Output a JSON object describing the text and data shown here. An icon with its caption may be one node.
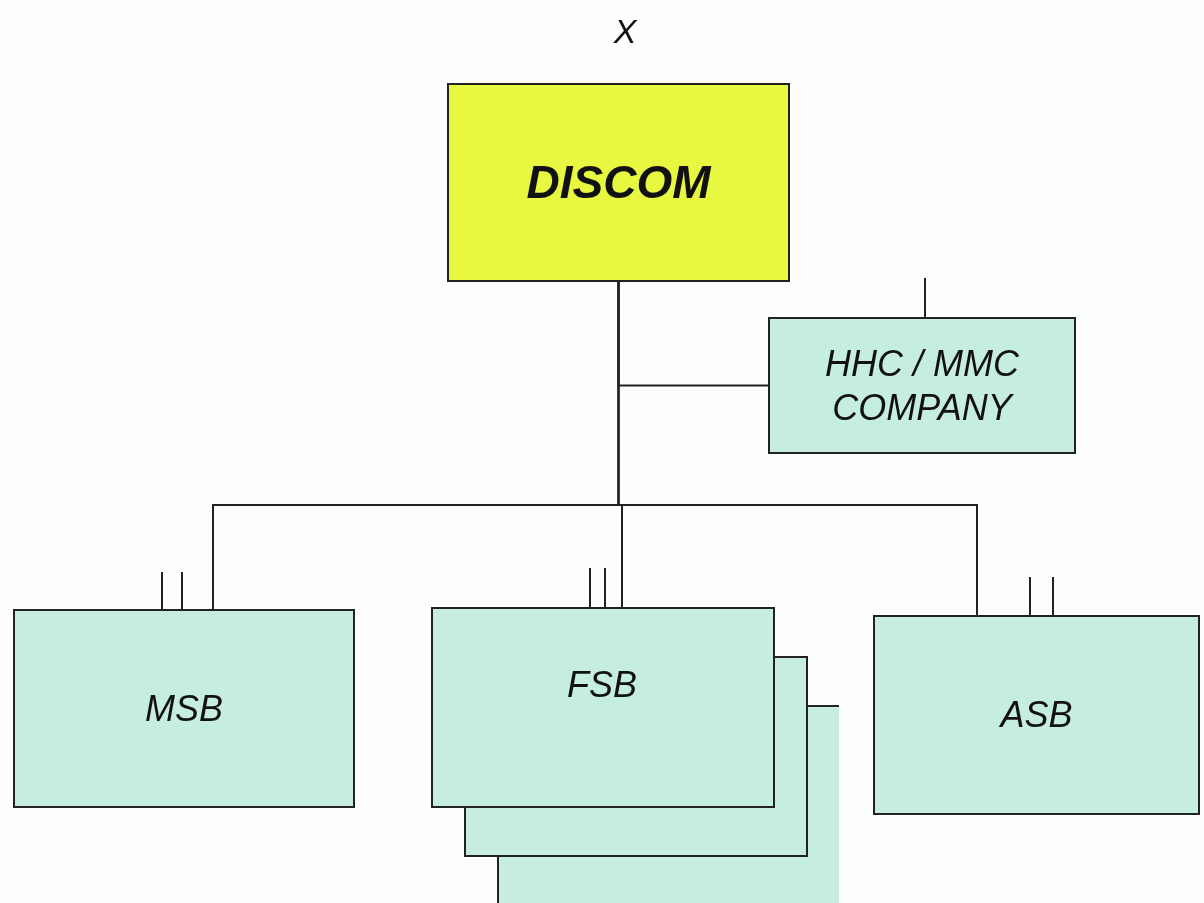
{
  "diagram": {
    "title": "X",
    "nodes": [
      {
        "text": [
          "DISCOM"
        ]
      },
      {
        "text": [
          "HHC / MMC COMPANY"
        ]
      },
      {
        "text": [
          "MSB"
        ]
      },
      {
        "text": [
          "FSB"
        ]
      },
      {
        "text": [
          "ASB"
        ]
      }
    ],
    "edges": [
      {
        "from": 0,
        "to": 1,
        "arrow": "none"
      },
      {
        "from": 0,
        "to": 2,
        "arrow": "none"
      },
      {
        "from": 0,
        "to": 3,
        "arrow": "none"
      },
      {
        "from": 0,
        "to": 4,
        "arrow": "none"
      }
    ]
  }
}
